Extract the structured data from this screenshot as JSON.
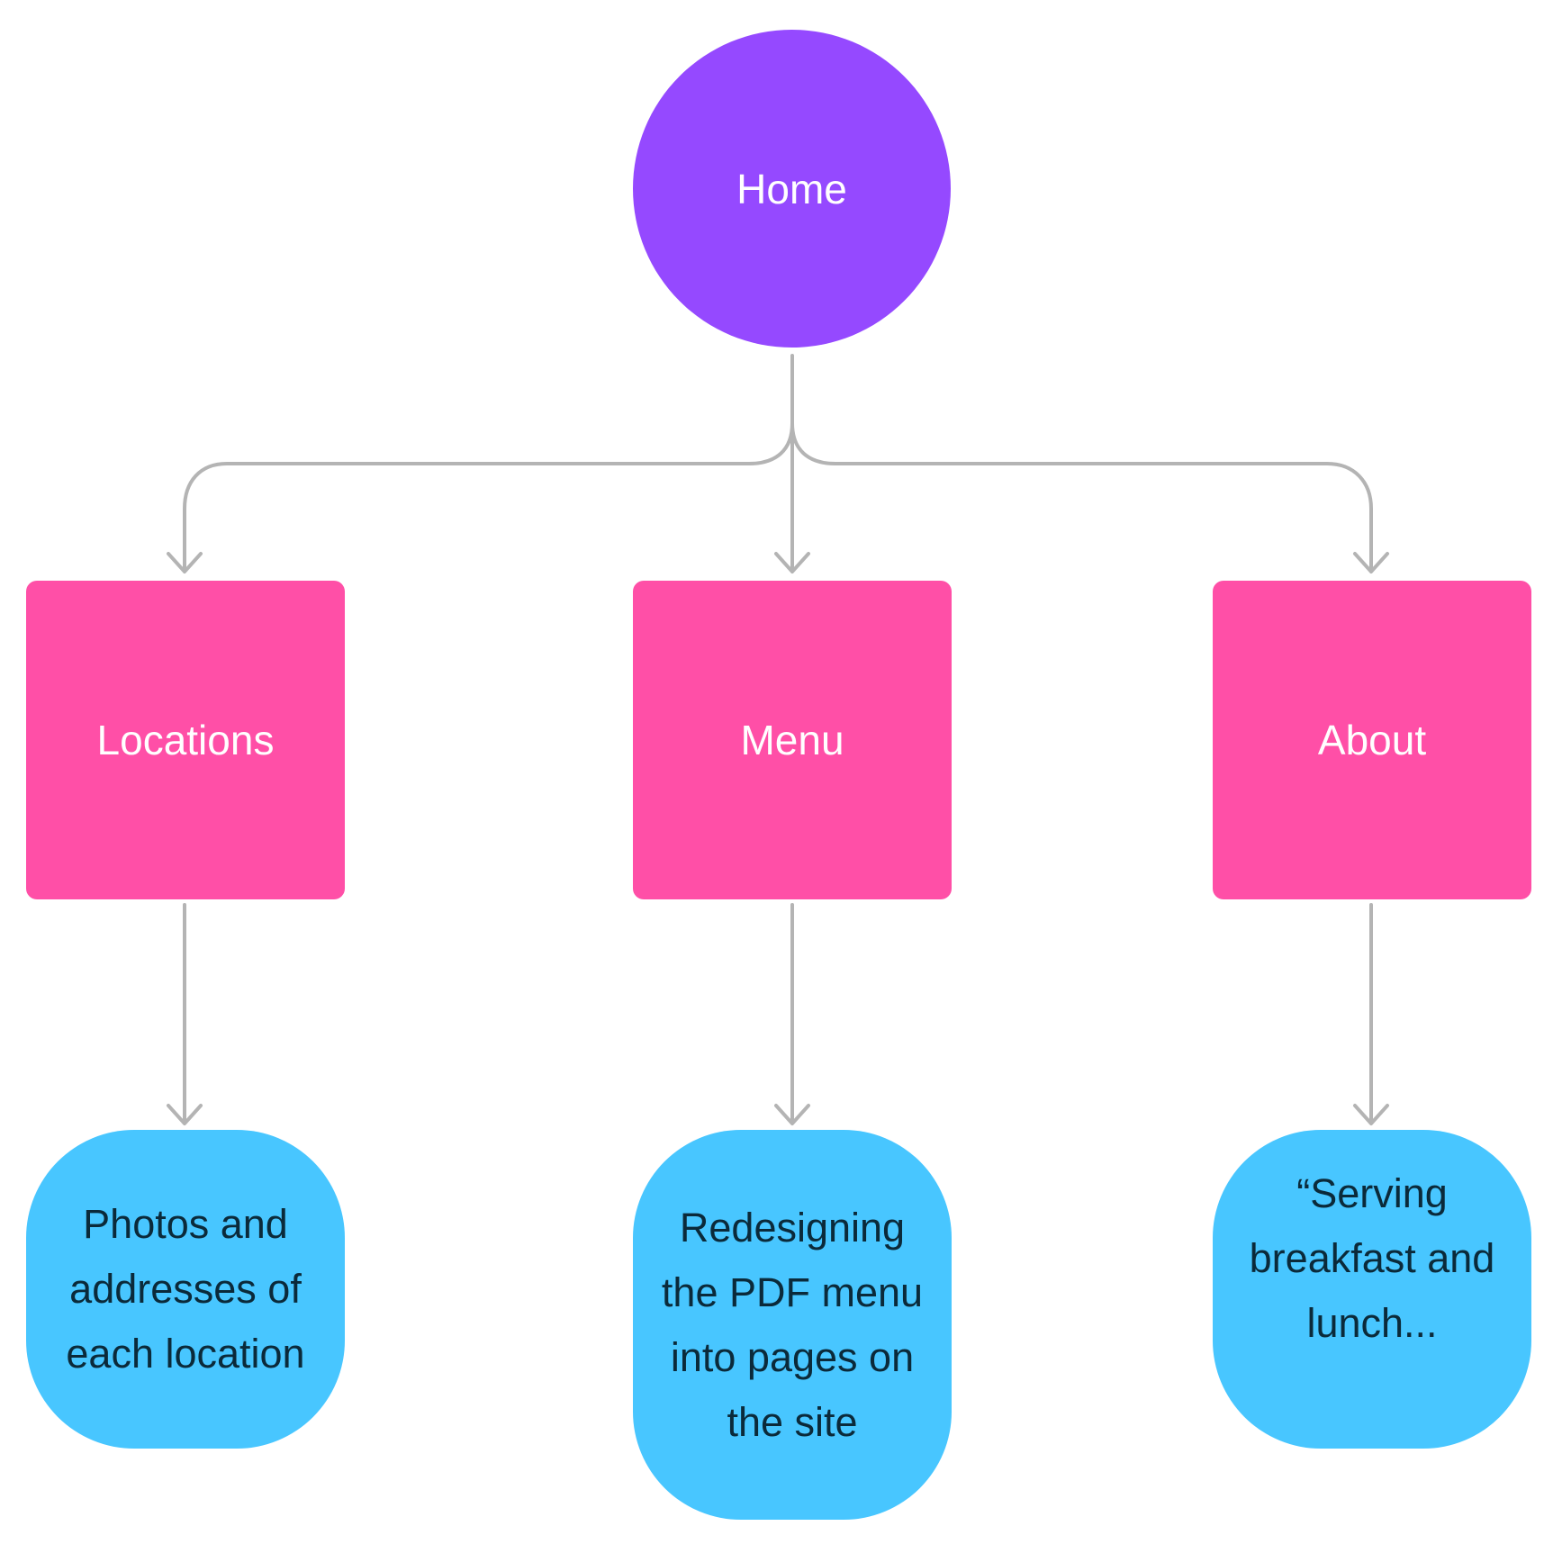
{
  "colors": {
    "root": "#9549ff",
    "section": "#ff4fa7",
    "note": "#48c6ff",
    "connector": "#b4b4b4"
  },
  "root": {
    "label": "Home"
  },
  "sections": [
    {
      "label": "Locations",
      "note": "Photos and addresses of each location"
    },
    {
      "label": "Menu",
      "note": "Redesigning the PDF menu into pages on the site"
    },
    {
      "label": "About",
      "note": "“Serving breakfast and lunch..."
    }
  ]
}
